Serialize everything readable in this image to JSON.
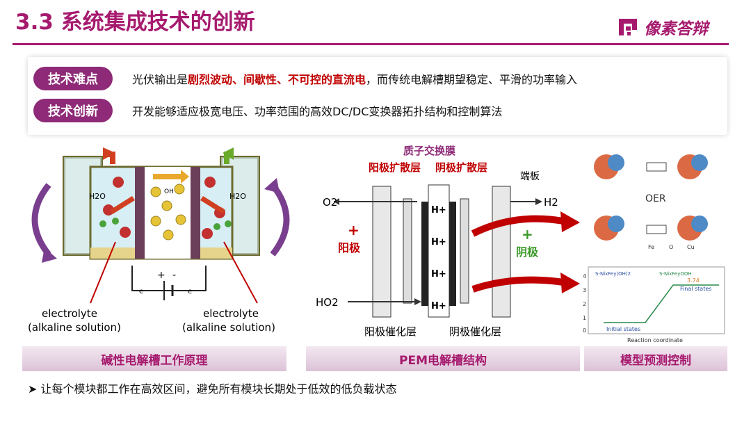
{
  "header": {
    "title": "3.3  系统集成技术的创新",
    "logo_text": "像素答辩"
  },
  "points": [
    {
      "label": "技术难点",
      "text_before": "光伏输出是",
      "text_highlight": "剧烈波动、间歇性、不可控的直流电",
      "text_after": "，而传统电解槽期望稳定、平滑的功率输入"
    },
    {
      "label": "技术创新",
      "text": "开发能够适应极宽电压、功率范围的高效DC/DC变换器拓扑结构和控制算法"
    }
  ],
  "alkaline": {
    "caption": "碱性电解槽工作原理",
    "water_left": "H2O",
    "water_right": "H2O",
    "electrolyte_left": "electrolyte",
    "electrolyte_left_sub": "(alkaline solution)",
    "electrolyte_right": "electrolyte",
    "electrolyte_right_sub": "(alkaline solution)",
    "ion_label": "OH",
    "battery_plus": "+",
    "battery_minus": "-",
    "electron": "e"
  },
  "pem": {
    "caption": "PEM电解槽结构",
    "membrane": "质子交换膜",
    "anode_diffusion": "阳极扩散层",
    "cathode_diffusion": "阴极扩散层",
    "end_plate": "端板",
    "o2": "O2",
    "h2": "H2",
    "ho2": "HO2",
    "anode": "阳极",
    "cathode": "阴极",
    "plus": "+",
    "proton": "H+",
    "anode_catalyst": "阳极催化层",
    "cathode_catalyst": "阴极催化层"
  },
  "model": {
    "caption": "模型预测控制",
    "oer": "OER",
    "legend_a": "S-NixFey(OH)2",
    "legend_b": "S-NixFeyOOH",
    "value": "3.74",
    "final_states": "Final states",
    "initial_states": "Initial states",
    "xlabel": "Reaction coordinate",
    "yticks": [
      "4",
      "3",
      "2",
      "1",
      "0"
    ],
    "atoms": [
      "Fe",
      "O",
      "Cu"
    ]
  },
  "bullet": "让每个模块都工作在高效区间，避免所有模块长期处于低效的低负载状态",
  "colors": {
    "accent": "#a61a6e",
    "pill": "#8e2a77",
    "highlight": "#c00000",
    "arrow_red": "#c00000",
    "arrow_green": "#6aaa2a"
  }
}
